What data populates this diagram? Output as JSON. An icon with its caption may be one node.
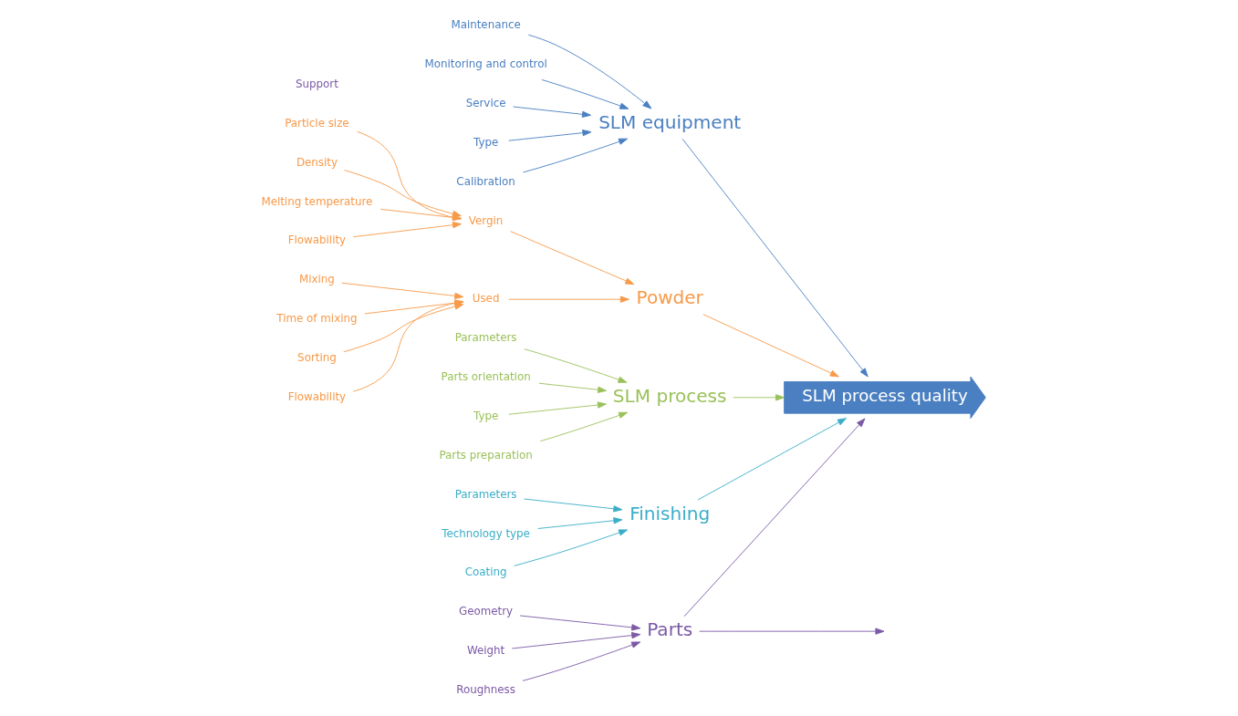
{
  "diagram": {
    "nodes": [
      {
        "text": [
          "SLM equipment"
        ]
      },
      {
        "text": [
          "Service"
        ]
      },
      {
        "text": [
          "Type"
        ]
      },
      {
        "text": [
          "Calibration"
        ]
      },
      {
        "text": [
          "Maintenance"
        ]
      },
      {
        "text": [
          "Monitoring and control"
        ]
      },
      {
        "text": [
          "Powder"
        ]
      },
      {
        "text": [
          "Particle size"
        ]
      },
      {
        "text": [
          "Density"
        ]
      },
      {
        "text": [
          "Vergin"
        ]
      },
      {
        "text": [
          "Melting temperature"
        ]
      },
      {
        "text": [
          "Flowability"
        ]
      },
      {
        "text": [
          "Mixing"
        ]
      },
      {
        "text": [
          "Time of mixing"
        ]
      },
      {
        "text": [
          "Used"
        ]
      },
      {
        "text": [
          "Sorting"
        ]
      },
      {
        "text": [
          "Flowability"
        ]
      },
      {
        "text": [
          "SLM process quality"
        ]
      },
      {
        "text": [
          "SLM process"
        ]
      },
      {
        "text": [
          "Parameters"
        ]
      },
      {
        "text": [
          "Parts orientation"
        ]
      },
      {
        "text": [
          "Type"
        ]
      },
      {
        "text": [
          "Parts preparation"
        ]
      },
      {
        "text": [
          "Parts"
        ]
      },
      {
        "text": [
          "Geometry"
        ]
      },
      {
        "text": [
          "Weight"
        ]
      },
      {
        "text": [
          "Roughness"
        ]
      },
      {
        "text": [
          "Finishing"
        ]
      },
      {
        "text": [
          "Parameters"
        ]
      },
      {
        "text": [
          "Technology type"
        ]
      },
      {
        "text": [
          "Coating"
        ]
      }
    ],
    "edges": [
      {
        "from": 0,
        "to": 17,
        "arrow": "to",
        "color": "#4a7fc1"
      },
      {
        "from": 1,
        "to": 0,
        "arrow": "to",
        "color": "#4a7fc1"
      },
      {
        "from": 2,
        "to": 0,
        "arrow": "to",
        "color": "#4a7fc1"
      },
      {
        "from": 3,
        "to": 0,
        "arrow": "to",
        "color": "#4a7fc1"
      },
      {
        "from": 4,
        "to": 0,
        "arrow": "to",
        "color": "#4a7fc1"
      },
      {
        "from": 5,
        "to": 0,
        "arrow": "to",
        "color": "#4a7fc1"
      },
      {
        "from": 6,
        "to": 17,
        "arrow": "to",
        "color": "#f79a4a"
      },
      {
        "from": 9,
        "to": 6,
        "arrow": "to",
        "color": "#f79a4a"
      },
      {
        "from": 7,
        "to": 9,
        "arrow": "to",
        "color": "#f79a4a"
      },
      {
        "from": 8,
        "to": 9,
        "arrow": "to",
        "color": "#f79a4a"
      },
      {
        "from": 10,
        "to": 9,
        "arrow": "to",
        "color": "#f79a4a"
      },
      {
        "from": 11,
        "to": 9,
        "arrow": "to",
        "color": "#f79a4a"
      },
      {
        "from": 14,
        "to": 6,
        "arrow": "to",
        "color": "#f79a4a"
      },
      {
        "from": 12,
        "to": 14,
        "arrow": "to",
        "color": "#f79a4a"
      },
      {
        "from": 13,
        "to": 14,
        "arrow": "to",
        "color": "#f79a4a"
      },
      {
        "from": 15,
        "to": 14,
        "arrow": "to",
        "color": "#f79a4a"
      },
      {
        "from": 16,
        "to": 14,
        "arrow": "to",
        "color": "#f79a4a"
      },
      {
        "from": 18,
        "to": 17,
        "arrow": "to",
        "color": "#9bc15a"
      },
      {
        "from": 19,
        "to": 18,
        "arrow": "to",
        "color": "#9bc15a"
      },
      {
        "from": 20,
        "to": 18,
        "arrow": "to",
        "color": "#9bc15a"
      },
      {
        "from": 21,
        "to": 18,
        "arrow": "to",
        "color": "#9bc15a"
      },
      {
        "from": 22,
        "to": 18,
        "arrow": "to",
        "color": "#9bc15a"
      },
      {
        "from": 23,
        "to": 17,
        "arrow": "to",
        "color": "#7b5aa6"
      },
      {
        "from": 24,
        "to": 23,
        "arrow": "to",
        "color": "#7b5aa6"
      },
      {
        "from": 25,
        "to": 23,
        "arrow": "to",
        "color": "#7b5aa6"
      },
      {
        "from": 23,
        "to": null,
        "arrow": "to",
        "color": "#7b5aa6"
      },
      {
        "from": 26,
        "to": 23,
        "arrow": "to",
        "color": "#7b5aa6"
      },
      {
        "from": 27,
        "to": 17,
        "arrow": "to",
        "color": "#3aaec8"
      },
      {
        "from": 28,
        "to": 27,
        "arrow": "to",
        "color": "#3aaec8"
      },
      {
        "from": 29,
        "to": 27,
        "arrow": "to",
        "color": "#3aaec8"
      },
      {
        "from": 30,
        "to": 27,
        "arrow": "to",
        "color": "#3aaec8"
      }
    ],
    "labels": [
      "Support"
    ]
  }
}
